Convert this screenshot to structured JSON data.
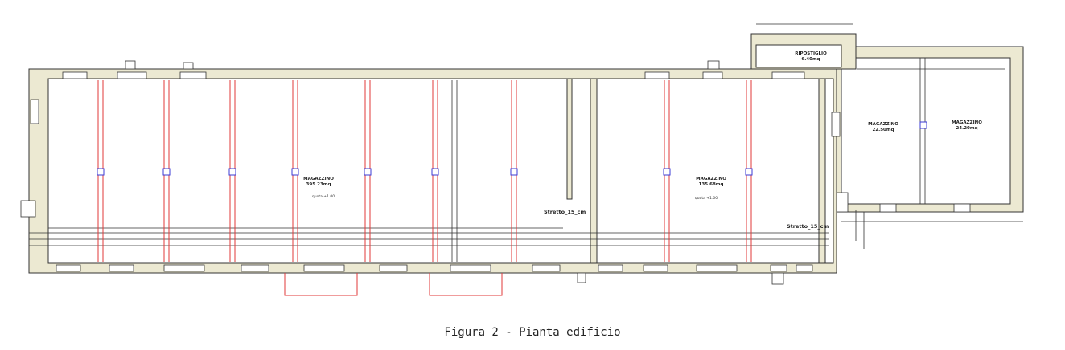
{
  "caption": "Figura 2 - Pianta edificio",
  "rooms": {
    "magazzino_1": {
      "name": "MAGAZZINO",
      "area": "395.23mq",
      "height": "quota +1.00"
    },
    "magazzino_2": {
      "name": "MAGAZZINO",
      "area": "135.68mq",
      "height": "quota +1.00"
    },
    "magazzino_3": {
      "name": "MAGAZZINO",
      "area": "22.50mq"
    },
    "magazzino_4": {
      "name": "MAGAZZINO",
      "area": "24.20mq"
    },
    "ripostiglio": {
      "name": "RIPOSTIGLIO",
      "area": "6.40mq"
    }
  },
  "labels": {
    "stretto_1": "Stretto_15_cm",
    "stretto_2": "Stretto_15_cm"
  }
}
